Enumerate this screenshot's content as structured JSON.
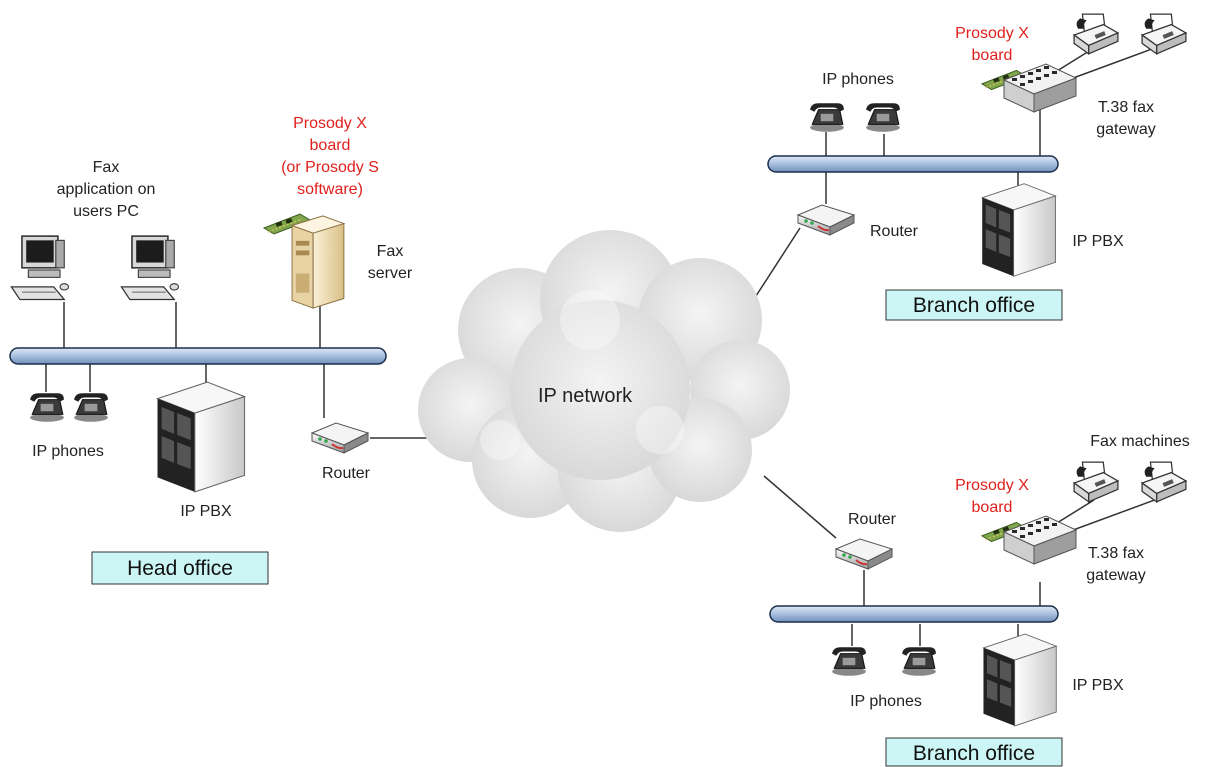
{
  "colors": {
    "accent_red": "#e0201c",
    "bus_fill": "#b3c8e4",
    "bus_stroke": "#1c2f4a",
    "office_box_fill": "#ccf5f5",
    "cloud": "#e6e6e6"
  },
  "network": {
    "label": "IP network"
  },
  "head_office": {
    "box_label": "Head office",
    "fax_app_label": [
      "Fax",
      "application on",
      "users PC"
    ],
    "board_label": [
      "Prosody X",
      "board",
      "(or Prosody S",
      "software)"
    ],
    "server_label": [
      "Fax",
      "server"
    ],
    "phones_label": "IP phones",
    "pbx_label": "IP PBX",
    "router_label": "Router"
  },
  "branch_office_1": {
    "box_label": "Branch office",
    "phones_label": "IP phones",
    "board_label": [
      "Prosody X",
      "board"
    ],
    "gateway_label": [
      "T.38 fax",
      "gateway"
    ],
    "router_label": "Router",
    "pbx_label": "IP PBX"
  },
  "branch_office_2": {
    "box_label": "Branch office",
    "fax_machines_label": "Fax machines",
    "board_label": [
      "Prosody X",
      "board"
    ],
    "gateway_label": [
      "T.38 fax",
      "gateway"
    ],
    "router_label": "Router",
    "phones_label": "IP phones",
    "pbx_label": "IP PBX"
  },
  "icons": [
    "pc-icon",
    "phone-icon",
    "pbx-icon",
    "router-icon",
    "fax-server-icon",
    "fax-machine-icon",
    "gateway-icon",
    "board-icon",
    "cloud-icon"
  ]
}
